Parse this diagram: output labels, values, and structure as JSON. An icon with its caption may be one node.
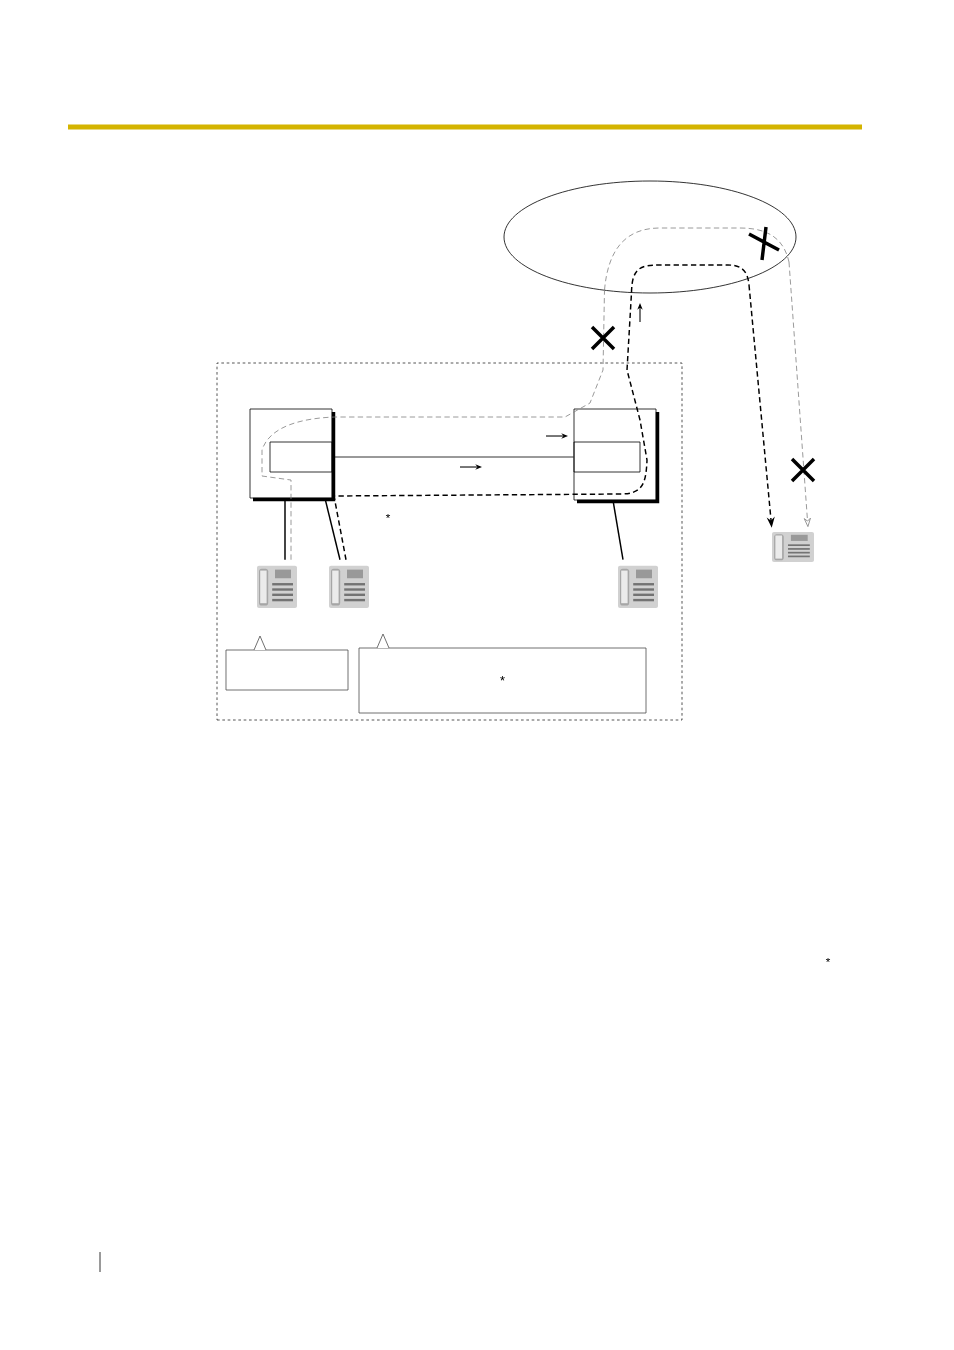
{
  "diagram": {
    "nodes": [
      {
        "text": [],
        "shape": "ellipse"
      },
      {
        "text": [],
        "shape": "box"
      },
      {
        "text": [],
        "shape": "box",
        "in": 1
      },
      {
        "text": [],
        "shape": "box",
        "in": 2
      },
      {
        "text": [],
        "shape": "box",
        "in": 1
      },
      {
        "text": [],
        "shape": "box",
        "in": 4
      },
      {
        "text": [],
        "shape": "picture",
        "in": 1
      },
      {
        "text": [],
        "shape": "picture",
        "in": 1
      },
      {
        "text": [],
        "shape": "picture",
        "in": 1
      },
      {
        "text": [],
        "shape": "box",
        "in": 1
      },
      {
        "text": [
          "*"
        ],
        "in": 1
      },
      {
        "text": [],
        "shape": "picture"
      }
    ],
    "edges": [
      {
        "from": 3,
        "to": 5,
        "arrow": "none"
      },
      {
        "from": 2,
        "to": 6,
        "arrow": "none"
      },
      {
        "from": 2,
        "to": 7,
        "arrow": "none"
      },
      {
        "from": 4,
        "to": 8,
        "arrow": "none"
      },
      {
        "from": 7,
        "to": 0,
        "arrow": "none",
        "style": "dashed"
      },
      {
        "from": 0,
        "to": 11,
        "arrow": "to",
        "style": "dashed"
      },
      {
        "from": 6,
        "to": 0,
        "arrow": "none",
        "style": "dashed",
        "color": "#808080"
      },
      {
        "from": 0,
        "to": 11,
        "arrow": "to",
        "style": "dashed",
        "color": "#808080"
      }
    ],
    "labels": [
      "*",
      "*"
    ]
  }
}
